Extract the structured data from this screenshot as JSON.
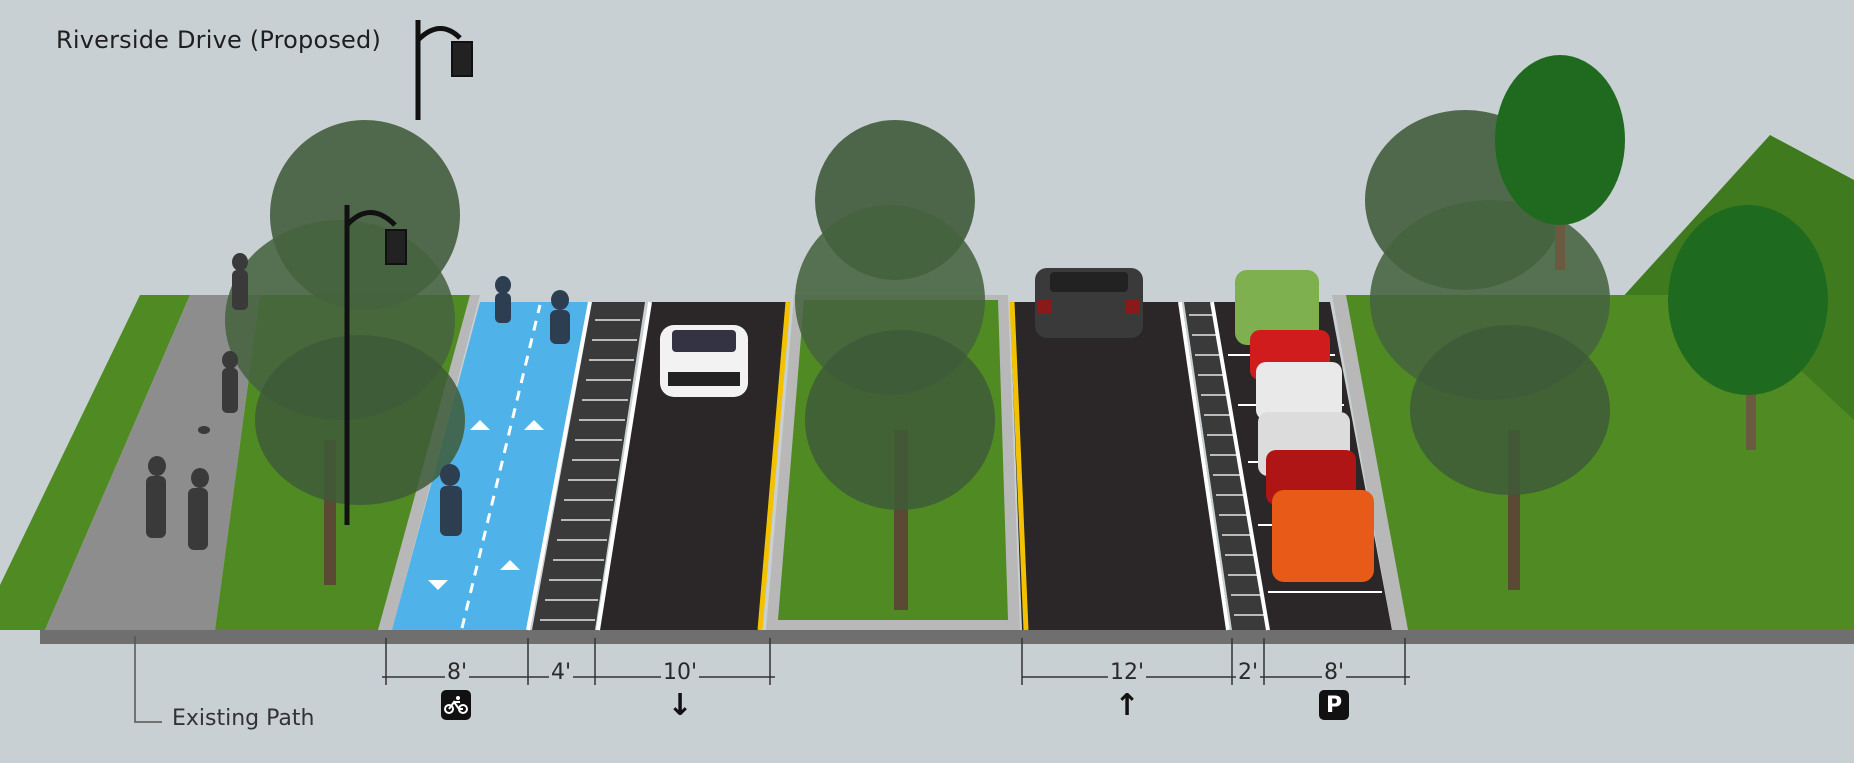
{
  "title": "Riverside Drive (Proposed)",
  "annotation": "Existing Path",
  "dimensions": [
    {
      "label": "8'",
      "name": "bike-lane"
    },
    {
      "label": "4'",
      "name": "bike-buffer"
    },
    {
      "label": "10'",
      "name": "southbound-lane"
    },
    {
      "label": "12'",
      "name": "northbound-lane"
    },
    {
      "label": "2'",
      "name": "parking-buffer"
    },
    {
      "label": "8'",
      "name": "parking-lane"
    }
  ],
  "symbols": {
    "bike": "bike-icon",
    "down_arrow": "↓",
    "up_arrow": "↑",
    "parking": "P"
  },
  "colors": {
    "sky": "#c9d0d3",
    "bike_lane": "#4fb2e8",
    "asphalt": "#2b2628",
    "grass": "#4f8a22",
    "path": "#8f8f8f",
    "centerline": "#f2c200"
  }
}
